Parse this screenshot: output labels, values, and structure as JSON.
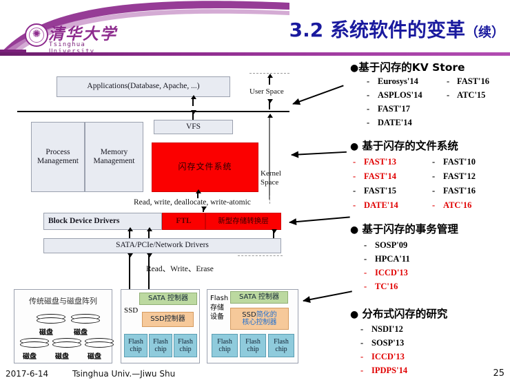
{
  "header": {
    "logo_cn": "清华大学",
    "logo_en": "Tsinghua University",
    "title_main": "3.2 系统软件的变革",
    "title_sub": "（续）",
    "accent_purple": "#8d2b8d",
    "title_color": "#1a1a9e"
  },
  "diagram": {
    "applications": "Applications(Database, Apache, ...)",
    "user_space": "User Space",
    "kernel_space": "Kernel\nSpace",
    "vfs": "VFS",
    "process_mgmt": "Process\nManagement",
    "memory_mgmt": "Memory\nManagement",
    "flash_fs": "闪存文件系统",
    "ops_top": "Read, write, deallocate, write-atomic",
    "block_drivers": "Block Device Drivers",
    "ftl": "FTL",
    "new_translation_layer": "新型存储转换层",
    "sata_drivers": "SATA/PCIe/Network Drivers",
    "ops_bottom": "Read、Write、Erase",
    "devices": {
      "disk_array": {
        "title": "传统磁盘与磁盘阵列",
        "disk_label": "磁盘",
        "disk_count_top": 2,
        "disk_count_bottom": 3
      },
      "ssd": {
        "name": "SSD",
        "sata_controller": "SATA 控制器",
        "ssd_controller": "SSD控制器",
        "chips": [
          "Flash\nchip",
          "Flash\nchip",
          "Flash\nchip"
        ]
      },
      "flash_device": {
        "name": "Flash\n存储\n设备",
        "sata_controller": "SATA 控制器",
        "ctrl_prefix": "SSD",
        "ctrl_highlight": "简化的\n核心控制器",
        "ctrl_highlight_color": "#1f6fd0",
        "chips": [
          "Flash\nchip",
          "Flash\nchip",
          "Flash\nchip"
        ]
      }
    }
  },
  "bullets": [
    {
      "id": "kv-store",
      "label": "基于闪存的KV Store",
      "refs_col1": [
        {
          "text": "Eurosys'14",
          "red": false
        },
        {
          "text": "ASPLOS'14",
          "red": false
        },
        {
          "text": "FAST'17",
          "red": false
        },
        {
          "text": "DATE'14",
          "red": false
        }
      ],
      "refs_col2": [
        {
          "text": "FAST'16",
          "red": false
        },
        {
          "text": "ATC'15",
          "red": false
        }
      ]
    },
    {
      "id": "file-system",
      "label": "基于闪存的文件系统",
      "refs_col1": [
        {
          "text": "FAST'13",
          "red": true
        },
        {
          "text": "FAST'14",
          "red": true
        },
        {
          "text": "FAST'15",
          "red": false
        },
        {
          "text": "DATE'14",
          "red": true
        }
      ],
      "refs_col2": [
        {
          "text": "FAST'10",
          "red": false
        },
        {
          "text": "FAST'12",
          "red": false
        },
        {
          "text": "FAST'16",
          "red": false
        },
        {
          "text": "ATC'16",
          "red": true
        }
      ]
    },
    {
      "id": "transaction-mgmt",
      "label": "基于闪存的事务管理",
      "refs_col1": [
        {
          "text": "SOSP'09",
          "red": false
        },
        {
          "text": "HPCA'11",
          "red": false
        },
        {
          "text": "ICCD'13",
          "red": true
        },
        {
          "text": "TC'16",
          "red": true
        }
      ],
      "refs_col2": []
    },
    {
      "id": "distributed-flash",
      "label": "分布式闪存的研究",
      "refs_col1": [
        {
          "text": "NSDI'12",
          "red": false
        },
        {
          "text": "SOSP'13",
          "red": false
        },
        {
          "text": "ICCD'13",
          "red": true
        },
        {
          "text": "IPDPS'14",
          "red": true
        }
      ],
      "refs_col2": []
    }
  ],
  "footer": {
    "date": "2017-6-14",
    "org": "Tsinghua Univ.—Jiwu Shu",
    "page": "25"
  }
}
